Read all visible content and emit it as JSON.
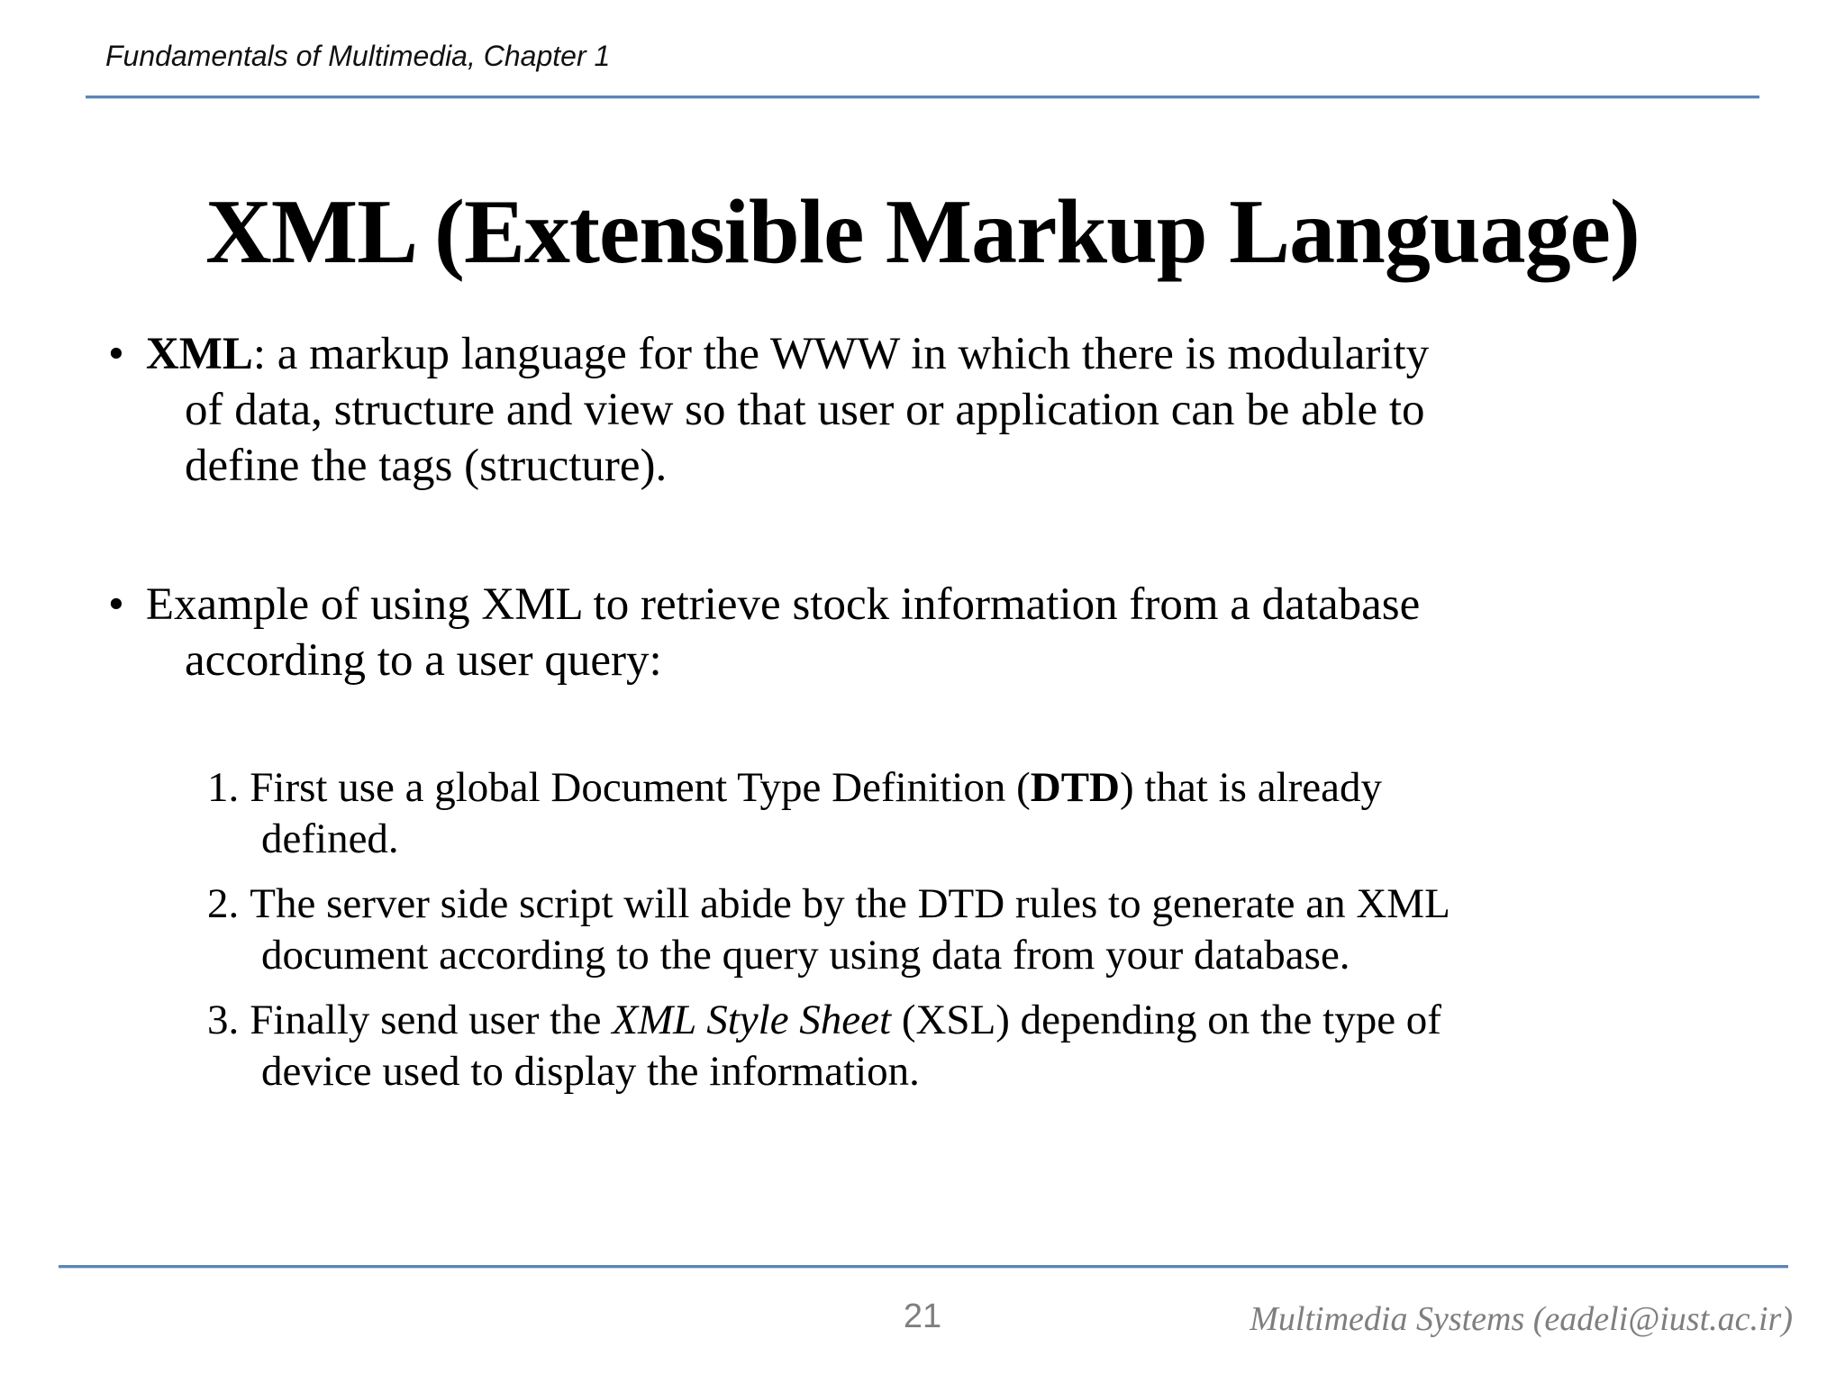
{
  "slide": {
    "header": {
      "course": "Fundamentals of Multimedia, Chapter 1"
    },
    "title": "XML (Extensible Markup Language)",
    "bullets": [
      {
        "marker": "•",
        "runs": [
          {
            "t": "XML",
            "s": "b"
          },
          {
            "t": ": a markup language for the WWW in which there is modularity"
          },
          {
            "br": true
          },
          {
            "t": "of data, structure and view so that user or application can be able to"
          },
          {
            "br": true
          },
          {
            "t": "define the tags (structure)."
          }
        ]
      },
      {
        "marker": "•",
        "runs": [
          {
            "t": "Example of using XML to retrieve stock information from a database"
          },
          {
            "br": true
          },
          {
            "t": "according to a user query:"
          }
        ]
      }
    ],
    "numbered": [
      {
        "number": "1.",
        "runs": [
          {
            "t": "First use a global Document Type Definition ("
          },
          {
            "t": "DTD",
            "s": "b"
          },
          {
            "t": ") that is already"
          },
          {
            "br": true
          },
          {
            "t": "defined."
          }
        ]
      },
      {
        "number": "2.",
        "runs": [
          {
            "t": "The server side script will abide by the DTD rules to generate an XML"
          },
          {
            "br": true
          },
          {
            "t": "document according to the query using data from your database."
          }
        ]
      },
      {
        "number": "3.",
        "runs": [
          {
            "t": "Finally send user the "
          },
          {
            "t": "XML Style Sheet",
            "s": "i"
          },
          {
            "t": " (XSL) depending on the type of"
          },
          {
            "br": true
          },
          {
            "t": "device used to display the information."
          }
        ]
      }
    ],
    "footer": {
      "page_number": "21",
      "credit": "Multimedia Systems (eadeli@iust.ac.ir)"
    },
    "colors": {
      "rule_blue": "#5b85b5",
      "rule_blue_light": "#c9d9ea",
      "footer_gray": "#7f7f7f",
      "text_black": "#000000"
    }
  }
}
